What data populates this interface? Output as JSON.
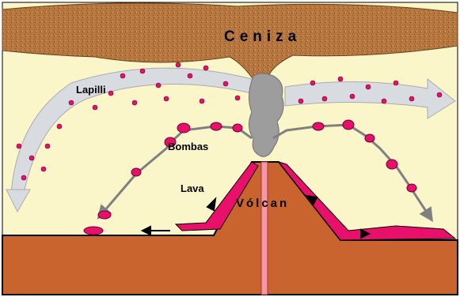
{
  "labels": {
    "ash": "Ceniza",
    "lapilli": "Lapilli",
    "bombs": "Bombas",
    "lava": "Lava",
    "volcano": "Vólcan"
  },
  "colors": {
    "sky": "#fbf6c9",
    "ash_cloud": "#b5793f",
    "ground": "#c9642f",
    "lava": "#e8106b",
    "lapilli_stream": "#d8dbe0",
    "smoke": "#9d9d9d",
    "bomb_path": "#808080",
    "vent": "#f29aa4"
  }
}
